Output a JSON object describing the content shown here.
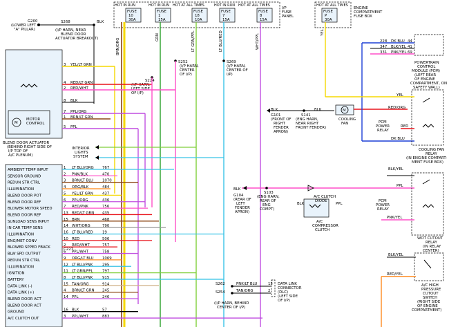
{
  "header": {
    "fuses": [
      {
        "hot": "HOT IN RUN",
        "name": "FUSE",
        "num": "10",
        "amp": "30A"
      },
      {
        "hot": "HOT IN RUN",
        "name": "FUSE",
        "num": "1",
        "amp": "15A"
      },
      {
        "hot": "HOT AT ALL TIMES",
        "name": "FUSE",
        "num": "18",
        "amp": "10A"
      },
      {
        "hot": "HOT IN RUN",
        "name": "FUSE",
        "num": "7",
        "amp": "15A"
      },
      {
        "hot": "HOT AT ALL TIMES",
        "name": "FUSE",
        "num": "8",
        "amp": "15A"
      }
    ],
    "ip_panel": [
      "I/P",
      "FUSE",
      "PANEL"
    ],
    "fuse_p": {
      "hot": "HOT AT ALL TIMES",
      "name": "FUSE",
      "num": "P",
      "amp": "30A"
    },
    "ecfb": [
      "ENGINE",
      "COMPARTMENT",
      "FUSE BOX"
    ]
  },
  "ground_g200": [
    "G200",
    "(LOWER LEFT",
    "\"A\" PILLAR)"
  ],
  "blk": "BLK",
  "s268": [
    "S268",
    "(I/P HARN, NEAR",
    "BLEND DOOR",
    "ACTUATOR BREAKOUT)"
  ],
  "wires_vertical": [
    "BRN/ORG",
    "GRN",
    "LT GRN/PPL",
    "LT BLU/RED",
    "WHT/PPL",
    "YEL"
  ],
  "s224": [
    "S224",
    "(I/P HARN,",
    "LEFT SIDE",
    "OF I/P)"
  ],
  "s252": [
    "S252",
    "(I/P HARN,",
    "CENTER",
    "OF I/P)"
  ],
  "s269": [
    "S269",
    "(I/P HARN,",
    "CENTER OF",
    "I/P)"
  ],
  "actuator": {
    "pins": [
      {
        "num": "3",
        "wire": "YEL/LT GRN"
      },
      {
        "num": "4",
        "wire": "RED/LT GRN"
      },
      {
        "num": "2",
        "wire": "RED/WHT"
      },
      {
        "num": "8",
        "wire": "BLK"
      },
      {
        "num": "7",
        "wire": "PPL/ORG"
      },
      {
        "num": "1",
        "wire": "BRN/LT GRN"
      },
      {
        "num": "5",
        "wire": "PPL"
      }
    ],
    "motor": [
      "MOTOR",
      "CONTROL"
    ],
    "caption": [
      "BLEND DOOR ACTUATOR",
      "(BEHIND RIGHT SIDE OF",
      "I/P TOP OF",
      "A/C PLENUM)"
    ]
  },
  "interior": [
    "INTERIOR",
    "LIGHTS",
    "SYSTEM"
  ],
  "ecm_pins": [
    {
      "label": "AMBIENT TEMP INPUT",
      "num": "1",
      "wire": "LT BLU/ORG",
      "circuit": "767"
    },
    {
      "label": "SENSOR GROUND",
      "num": "2",
      "wire": "PNK/BLK",
      "circuit": "470"
    },
    {
      "label": "REDUN STR CTRL",
      "num": "3",
      "wire": "BRN/LT BLU",
      "circuit": "1070"
    },
    {
      "label": "ILLUMINATION",
      "num": "4",
      "wire": "ORG/BLK",
      "circuit": "484"
    },
    {
      "label": "BLEND DOOR POT",
      "num": "5",
      "wire": "YEL/LT GRN",
      "circuit": "437"
    },
    {
      "label": "BLEND DOOR REF",
      "num": "6",
      "wire": "PPL/ORG",
      "circuit": "436"
    },
    {
      "label": "BLOWER MOTOR SPEED",
      "num": "7",
      "wire": "RED/PNK",
      "circuit": "756"
    },
    {
      "label": "BLEND DOOR REF",
      "num": "13",
      "wire": "RED/LT GRN",
      "circuit": "435"
    },
    {
      "label": "SUNLOAD SENS INPUT",
      "num": "15",
      "wire": "BRN",
      "circuit": "468"
    },
    {
      "label": "IN CAR TEMP SENS",
      "num": "14",
      "wire": "WHT/ORG",
      "circuit": "790"
    },
    {
      "label": "ILLUMINATION",
      "num": "16",
      "wire": "LT BLU/RED",
      "circuit": "19"
    },
    {
      "label": "ENG/MET CONV",
      "num": "10",
      "wire": "RED",
      "circuit": "506"
    },
    {
      "label": "BLOWER SPPED FBACK",
      "num": "2",
      "wire": "RED/WHT",
      "circuit": "757"
    },
    {
      "label": "BLW SPD OUTPUT",
      "num": "6",
      "wire": "PPL/WHT",
      "circuit": "758"
    },
    {
      "label": "REDUN STR CTRL",
      "num": "9",
      "wire": "ORG/LT BLU",
      "circuit": "1069"
    },
    {
      "label": "ILLUMINATION",
      "num": "12",
      "wire": "LT BLU/PNK",
      "circuit": "295"
    },
    {
      "label": "IGNITION",
      "num": "11",
      "wire": "LT GRN/PPL",
      "circuit": "797"
    },
    {
      "label": "BATTERY",
      "num": "8",
      "wire": "LT BLU/PNK",
      "circuit": "915"
    },
    {
      "label": "DATA LINK (-)",
      "num": "15",
      "wire": "TAN/ORG",
      "circuit": "914"
    },
    {
      "label": "DATA LINK (+)",
      "num": "4",
      "wire": "BRN/LT GRN",
      "circuit": "245"
    },
    {
      "label": "BLEND DOOR ACT",
      "num": "14",
      "wire": "PPL",
      "circuit": "246"
    },
    {
      "label": "BLEND DOOR ACT",
      "num": "",
      "wire": "",
      "circuit": ""
    },
    {
      "label": "GROUND",
      "num": "16",
      "wire": "BLK",
      "circuit": "57"
    },
    {
      "label": "A/C CLUTCH OUT",
      "num": "3",
      "wire": "PPL/WHT",
      "circuit": "883"
    }
  ],
  "c227": "C227",
  "s262": "S262",
  "s254": "S254",
  "dlc_wires": [
    {
      "wire": "PNK/LT BLU",
      "num": "13"
    },
    {
      "wire": "TAN/ORG",
      "num": "2"
    }
  ],
  "dlc": [
    "DATA LINK",
    "CONNECTOR",
    "(DLC)",
    "(LEFT SIDE",
    "OF I/P)"
  ],
  "dlc_harn": [
    "(I/P HARN, BEHIND",
    "CENTER OF I/P)"
  ],
  "g101": [
    "G101",
    "(FRONT OF",
    "RIGHT",
    "FENDER",
    "APRON)"
  ],
  "s141": [
    "S141",
    "(ENG HARN,",
    "NEAR RIGHT",
    "FRONT FENDER)"
  ],
  "cooling_fan": [
    "COOLING",
    "FAN"
  ],
  "g104": [
    "G104",
    "(REAR OF",
    "LEFT",
    "FENDER",
    "APRON)"
  ],
  "s103": [
    "S103",
    "(ENG HARN,",
    "REAR OF",
    "ENG",
    "COMPT)"
  ],
  "ac_clutch_diode": [
    "A/C CLUTCH",
    "DIODE"
  ],
  "ac_comp": [
    "A/C",
    "COMPRESSOR",
    "CLUTCH"
  ],
  "pcm_module": [
    "POWERTRAIN",
    "CONTROL",
    "MODULE (PCM)",
    "(LEFT REAR",
    "OF ENGINE",
    "COMPARTMENT, ON",
    "SAFETY WALL)"
  ],
  "pcm_pins": [
    {
      "circuit": "228",
      "wire": "DK BLU",
      "num": "44"
    },
    {
      "circuit": "347",
      "wire": "BLK/YEL",
      "num": "41"
    },
    {
      "circuit": "331",
      "wire": "PNK/YEL",
      "num": "69"
    }
  ],
  "relay_labels": {
    "yel": "YEL",
    "red_org": "RED/ORG",
    "red": "RED",
    "dk_blu": "DK BLU",
    "blk_yel": "BLK/YEL",
    "ppl": "PPL",
    "pnk_yel": "PNK/YEL",
    "red_yel": "RED/YEL",
    "pcm_power_relay_1": [
      "PCM",
      "POWER",
      "RELAY"
    ],
    "pcm_power_relay_2": [
      "PCM",
      "POWER",
      "RELAY"
    ],
    "cooling_fan_relay": [
      "COOLING FAN",
      "RELAY",
      "(IN ENGINE COMPART-",
      "MENT FUSE BOX)"
    ],
    "wot_relay": [
      "WOT CUTOUT",
      "RELAY",
      "(IN RELAY",
      "CENTER)"
    ],
    "ac_hp_switch": [
      "A/C HIGH",
      "PRESSURE",
      "CUTOUT",
      "SWITCH",
      "(RIGHT SIDE",
      "OF ENGINE",
      "COMPARTMENT)"
    ]
  },
  "colors": {
    "brown": "#8b4513",
    "yellow": "#f5d800",
    "green": "#2aa02a",
    "lt_green": "#7fcf3a",
    "pink": "#ff4fc8",
    "red": "#e8141c",
    "lt_blue": "#39c3e6",
    "dk_blue": "#1c3fd6",
    "purple": "#c04fe0",
    "orange": "#ff8a1e",
    "gray": "#999999"
  }
}
